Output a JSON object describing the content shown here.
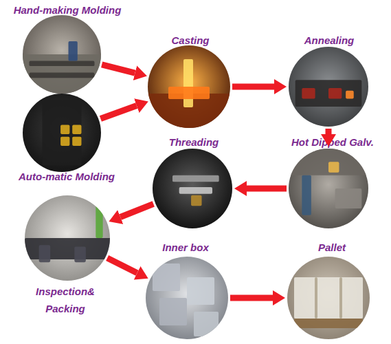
{
  "diagram": {
    "nodes": [
      {
        "text": [
          "Hand-making Molding"
        ]
      },
      {
        "text": [
          "Casting"
        ]
      },
      {
        "text": [
          "Annealing"
        ]
      },
      {
        "text": [
          "Auto-matic Molding"
        ]
      },
      {
        "text": [
          "Threading"
        ]
      },
      {
        "text": [
          "Hot Dipped Galv."
        ]
      },
      {
        "text": [
          "Inspection& Packing"
        ]
      },
      {
        "text": [
          "Inner box"
        ]
      },
      {
        "text": [
          "Pallet"
        ]
      }
    ],
    "edges": [
      {
        "from": 0,
        "to": 1,
        "arrow": "to"
      },
      {
        "from": 3,
        "to": 1,
        "arrow": "to"
      },
      {
        "from": 1,
        "to": 2,
        "arrow": "to"
      },
      {
        "from": 2,
        "to": 5,
        "arrow": "to"
      },
      {
        "from": 5,
        "to": 4,
        "arrow": "to"
      },
      {
        "from": 4,
        "to": 6,
        "arrow": "to"
      },
      {
        "from": 6,
        "to": 7,
        "arrow": "to"
      },
      {
        "from": 7,
        "to": 8,
        "arrow": "to"
      }
    ]
  }
}
